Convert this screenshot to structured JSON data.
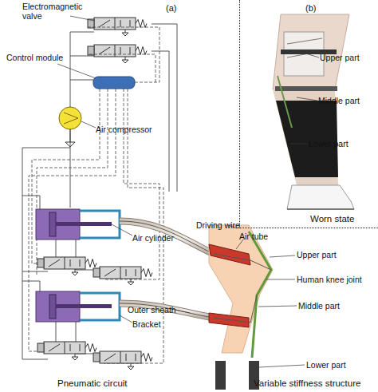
{
  "diagram": {
    "nodes": [
      {
        "text": [
          "(b)",
          "Upper part",
          "Middle part",
          "Lower part",
          "Worn state"
        ]
      }
    ],
    "labels": [
      "(a)",
      "Electromagnetic valve",
      "Control module",
      "Air compressor",
      "Air cylinder",
      "Bracket",
      "Driving wire",
      "Air tube",
      "Upper part",
      "Human knee joint",
      "Middle part",
      "Outer sheath",
      "Lower part",
      "Pneumatic circuit",
      "Variable stiffness structure"
    ]
  }
}
